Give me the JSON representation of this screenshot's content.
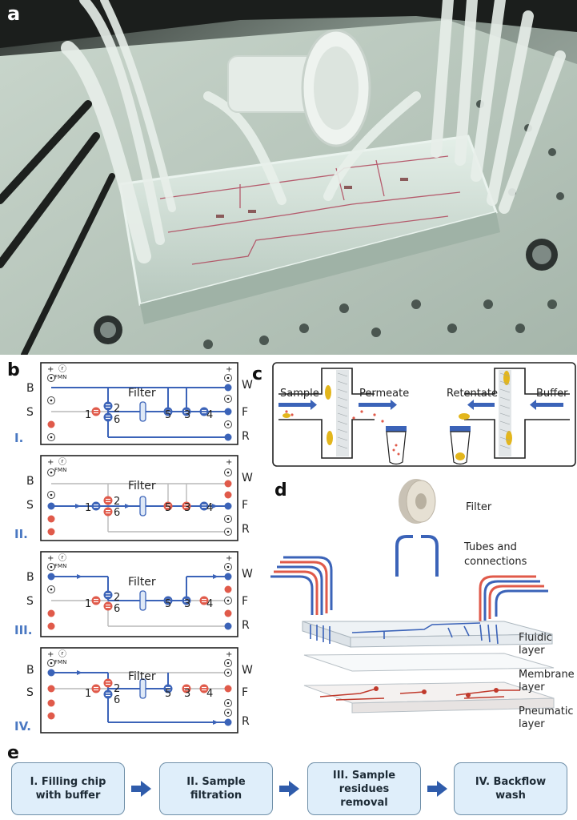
{
  "panel_labels": {
    "a": "a",
    "b": "b",
    "c": "c",
    "d": "d",
    "e": "e"
  },
  "chip_schematics": [
    {
      "roman": "I.",
      "ports_left": [
        "B",
        "S"
      ],
      "ports_right": [
        "W",
        "F",
        "R"
      ],
      "logo": "FMN",
      "filter_label": "Filter",
      "valves": [
        "1",
        "2",
        "6",
        "5",
        "3",
        "4"
      ]
    },
    {
      "roman": "II.",
      "ports_left": [
        "B",
        "S"
      ],
      "ports_right": [
        "W",
        "F",
        "R"
      ],
      "logo": "FMN",
      "filter_label": "Filter",
      "valves": [
        "1",
        "2",
        "6",
        "5",
        "3",
        "4"
      ]
    },
    {
      "roman": "III.",
      "ports_left": [
        "B",
        "S"
      ],
      "ports_right": [
        "W",
        "F",
        "R"
      ],
      "logo": "FMN",
      "filter_label": "Filter",
      "valves": [
        "1",
        "2",
        "6",
        "5",
        "3",
        "4"
      ]
    },
    {
      "roman": "IV.",
      "ports_left": [
        "B",
        "S"
      ],
      "ports_right": [
        "W",
        "F",
        "R"
      ],
      "logo": "FMN",
      "filter_label": "Filter",
      "valves": [
        "1",
        "2",
        "6",
        "5",
        "3",
        "4"
      ]
    }
  ],
  "panel_c": {
    "sample": "Sample",
    "permeate": "Permeate",
    "retentate": "Retentate",
    "buffer": "Buffer"
  },
  "panel_d": {
    "filter": "Filter",
    "tubes_line1": "Tubes and",
    "tubes_line2": "connections",
    "fluidic_line1": "Fluidic",
    "fluidic_line2": "layer",
    "membrane_line1": "Membrane",
    "membrane_line2": "layer",
    "pneumatic_line1": "Pneumatic",
    "pneumatic_line2": "layer"
  },
  "workflow_steps": [
    {
      "line1": "I. Filling chip",
      "line2": "with buffer"
    },
    {
      "line1": "II. Sample",
      "line2": "filtration"
    },
    {
      "line1": "III. Sample residues",
      "line2": "removal"
    },
    {
      "line1": "IV. Backflow",
      "line2": "wash"
    }
  ],
  "colors": {
    "channel_active": "#3b63b8",
    "channel_inactive": "#b9b9b9",
    "valve_open": "#3b63b8",
    "valve_closed": "#e05a4a",
    "roman": "#4a78c2",
    "step_fill": "#dfeefa",
    "step_arrow": "#2f5cab",
    "particle": "#e3b61c"
  }
}
